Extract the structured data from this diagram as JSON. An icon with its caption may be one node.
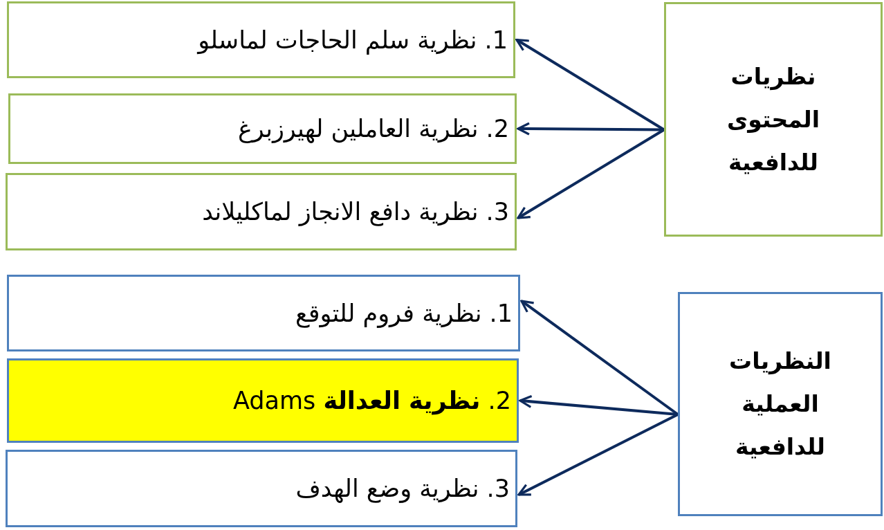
{
  "diagram": {
    "nodes": [
      {
        "text": [
          "نظريات المحتوى للدافعية"
        ]
      },
      {
        "text": [
          "1. نظرية سلم الحاجات لماسلو"
        ]
      },
      {
        "text": [
          "2. نظرية العاملين لهيرزبرغ"
        ]
      },
      {
        "text": [
          "3. نظرية دافع الانجاز لماكليلاند"
        ]
      },
      {
        "text": [
          "النظريات العملية للدافعية"
        ]
      },
      {
        "text": [
          "1. نظرية فروم للتوقع"
        ]
      },
      {
        "text": [
          "2. **نظرية العدالة** Adams"
        ]
      },
      {
        "text": [
          "3. نظرية وضع الهدف"
        ]
      }
    ],
    "edges": [
      {
        "from": 0,
        "to": 1,
        "arrow": "to"
      },
      {
        "from": 0,
        "to": 2,
        "arrow": "to"
      },
      {
        "from": 0,
        "to": 3,
        "arrow": "to"
      },
      {
        "from": 4,
        "to": 5,
        "arrow": "to"
      },
      {
        "from": 4,
        "to": 6,
        "arrow": "to"
      },
      {
        "from": 4,
        "to": 7,
        "arrow": "to"
      }
    ]
  }
}
